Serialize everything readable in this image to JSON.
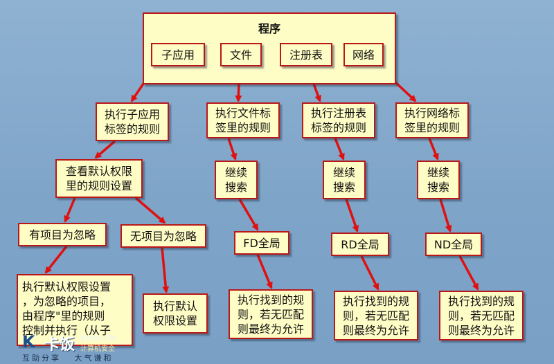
{
  "diagram": {
    "program": {
      "title": "程序"
    },
    "tags": [
      {
        "id": "subapp",
        "label": "子应用"
      },
      {
        "id": "file",
        "label": "文件"
      },
      {
        "id": "registry",
        "label": "注册表"
      },
      {
        "id": "network",
        "label": "网络"
      }
    ],
    "nodes": {
      "exec_subapp": "执行子应用\n标签的规则",
      "exec_file": "执行文件标\n签里的规则",
      "exec_registry": "执行注册表\n标签的规则",
      "exec_network": "执行网络标\n签里的规则",
      "view_default": "查看默认权限\n里的规则设置",
      "continue_file": "继续\n搜索",
      "continue_registry": "继续\n搜索",
      "continue_network": "继续\n搜索",
      "ignore_yes": "有项目为忽略",
      "ignore_no": "无项目为忽略",
      "fd_global": "FD全局",
      "rd_global": "RD全局",
      "nd_global": "ND全局",
      "exec_default_for_ignored": "执行默认权限设置\n，为忽略的项目，\n由程序\"里的规则\n控制并执行（从子",
      "exec_default": "执行默认\n权限设置",
      "found_file": "执行找到的规\n则，若无匹配\n则最终为允许",
      "found_registry": "执行找到的规\n则，若无匹配\n则最终为允许",
      "found_network": "执行找到的规\n则，若无匹配\n则最终为允许"
    },
    "colors": {
      "box_fill": "#fffdc6",
      "box_border": "#b91818",
      "arrow": "#e01010",
      "background": "#86aacd"
    }
  },
  "watermark": {
    "mark": "K",
    "name": "卡饭",
    "site": "Kafan.CN",
    "subtitle": "计算机安全",
    "slogan": "互助分享   大气谦和"
  }
}
